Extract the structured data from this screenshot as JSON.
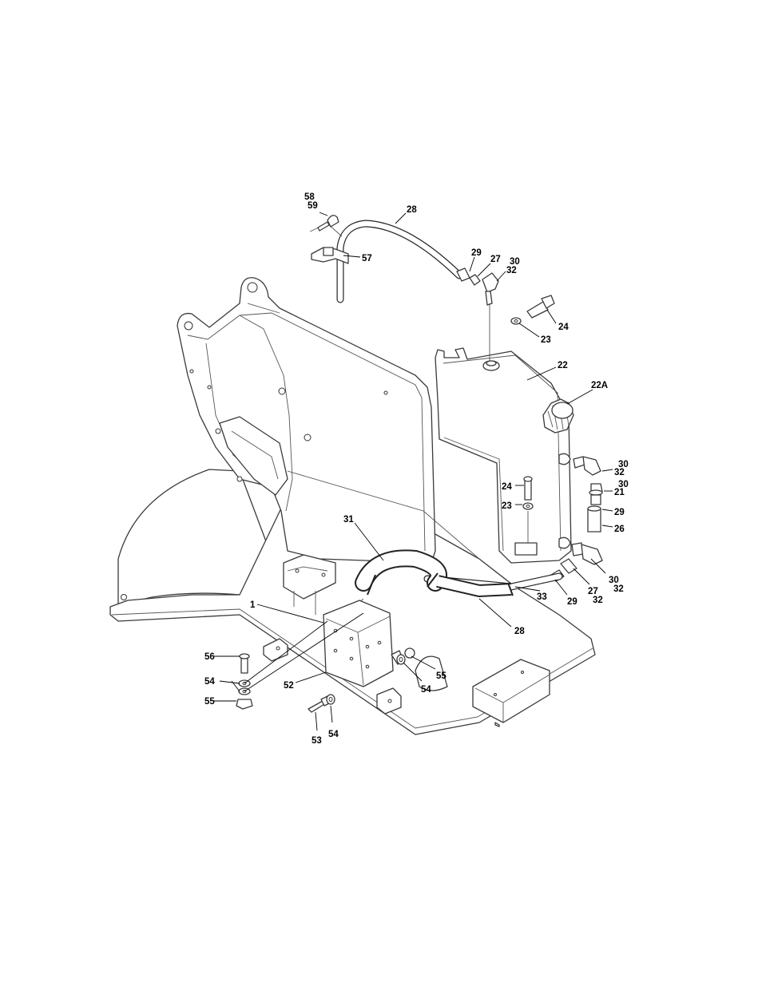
{
  "callouts": {
    "c58": "58",
    "c59": "59",
    "c28_top": "28",
    "c57": "57",
    "c29_top": "29",
    "c27_top": "27",
    "c30_top": "30",
    "c32_top": "32",
    "c24_top": "24",
    "c23_top": "23",
    "c22": "22",
    "c22a": "22A",
    "c30_r1": "30",
    "c32_r1": "32",
    "c30_r2": "30",
    "c21": "21",
    "c29_r": "29",
    "c26": "26",
    "c24_mid": "24",
    "c23_mid": "23",
    "c31": "31",
    "c1": "1",
    "c30_bot": "30",
    "c32_bot": "32",
    "c27_bot": "27",
    "c32_bot2": "32",
    "c29_bot": "29",
    "c33": "33",
    "c28_bot": "28",
    "c56": "56",
    "c54_left": "54",
    "c55_left": "55",
    "c52": "52",
    "c55_mid": "55",
    "c54_mid": "54",
    "c53": "53",
    "c54_bot": "54"
  },
  "colors": {
    "line": "#3a3a3a",
    "text": "#000000",
    "background": "#ffffff"
  }
}
